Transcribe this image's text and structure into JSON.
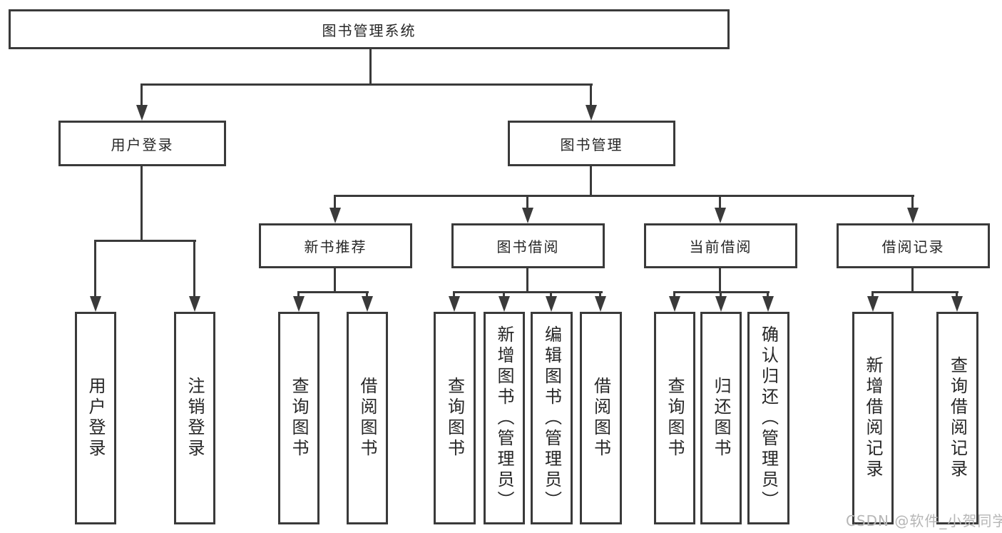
{
  "diagram": {
    "root": "图书管理系统",
    "level2": [
      "用户登录",
      "图书管理"
    ],
    "level3": [
      "新书推荐",
      "图书借阅",
      "当前借阅",
      "借阅记录"
    ],
    "leaves": {
      "user_login": [
        "用户登录",
        "注销登录"
      ],
      "new_books": [
        "查询图书",
        "借阅图书"
      ],
      "book_borrow": [
        "查询图书",
        "新增图书（管理员）",
        "编辑图书（管理员）",
        "借阅图书"
      ],
      "current_borrow": [
        "查询图书",
        "归还图书",
        "确认归还（管理员）"
      ],
      "borrow_records": [
        "新增借阅记录",
        "查询借阅记录"
      ]
    },
    "watermark": "CSDN @软件_小贺同学",
    "colors": {
      "line": "#3a3a3a",
      "text": "#262626",
      "watermark": "#b6b6b6",
      "background": "#ffffff"
    }
  }
}
